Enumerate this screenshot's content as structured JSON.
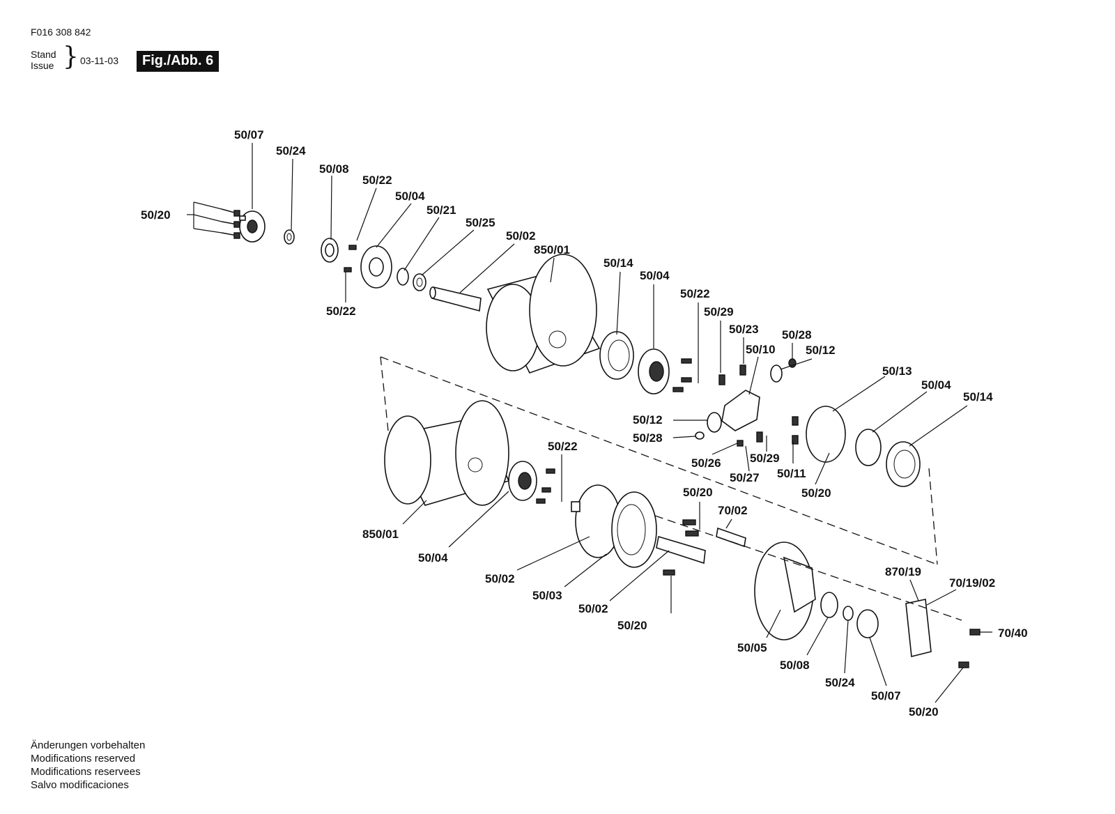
{
  "header": {
    "doc_number": "F016 308 842",
    "stand": "Stand",
    "issue": "Issue",
    "date": "03-11-03",
    "figure": "Fig./Abb. 6"
  },
  "footer_notes": [
    "Änderungen vorbehalten",
    "Modifications reserved",
    "Modifications reservees",
    "Salvo modificaciones"
  ],
  "callouts": {
    "top": [
      "50/07",
      "50/24",
      "50/08",
      "50/22",
      "50/04",
      "50/21",
      "50/25",
      "50/02",
      "850/01",
      "50/20",
      "50/22"
    ],
    "mid": [
      "50/14",
      "50/04",
      "50/22",
      "50/29",
      "50/23",
      "50/28",
      "50/10",
      "50/12",
      "50/13",
      "50/04",
      "50/14",
      "50/12",
      "50/28",
      "50/26",
      "50/27",
      "50/29",
      "50/11",
      "50/20"
    ],
    "bottom": [
      "850/01",
      "50/22",
      "50/04",
      "50/20",
      "70/02",
      "50/02",
      "50/03",
      "50/02",
      "50/20",
      "870/19",
      "70/19/02",
      "70/40",
      "50/05",
      "50/08",
      "50/24",
      "50/07",
      "50/20"
    ]
  }
}
